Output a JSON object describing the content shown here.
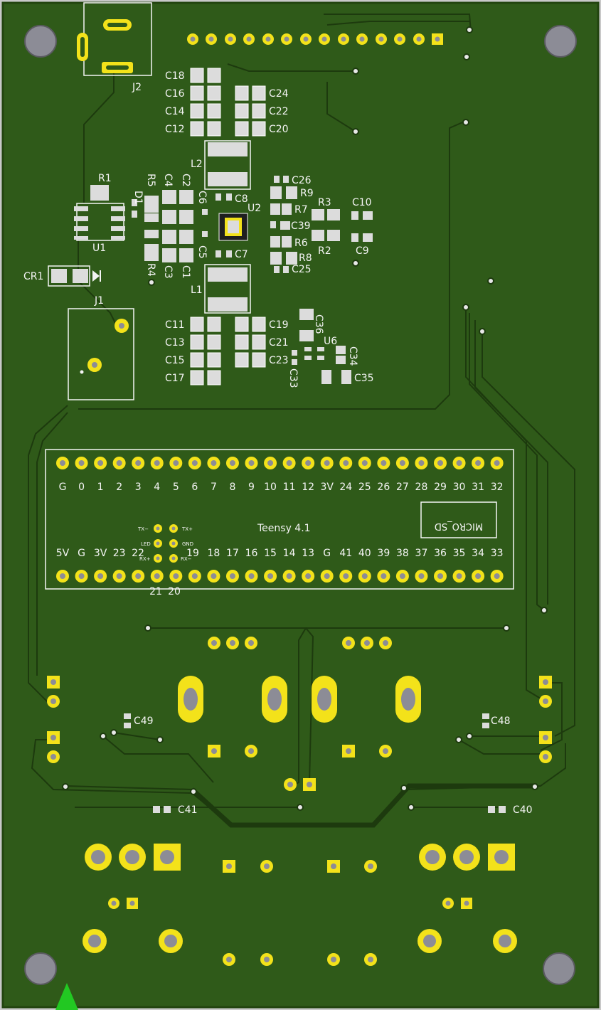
{
  "colors": {
    "board": "#2f5a19",
    "board_edge": "#22440f",
    "copper": "#3e6e22",
    "trace": "#1d3a0e",
    "pad_gold": "#f3e21a",
    "pad_smd": "#dcdcdc",
    "silk": "#f4f4f4",
    "hole": "#8c8c96",
    "marker": "#22c822"
  },
  "refs": {
    "j2": "J2",
    "j1": "J1",
    "u1": "U1",
    "u2": "U2",
    "u6": "U6",
    "cr1": "CR1",
    "d1": "D1",
    "r1": "R1",
    "r2": "R2",
    "r3": "R3",
    "r4": "R4",
    "r5": "R5",
    "r6": "R6",
    "r7": "R7",
    "r8": "R8",
    "r9": "R9",
    "l1": "L1",
    "l2": "L2",
    "c1": "C1",
    "c2": "C2",
    "c3": "C3",
    "c4": "C4",
    "c5": "C5",
    "c6": "C6",
    "c7": "C7",
    "c8": "C8",
    "c9": "C9",
    "c10": "C10",
    "c11": "C11",
    "c12": "C12",
    "c13": "C13",
    "c14": "C14",
    "c15": "C15",
    "c16": "C16",
    "c17": "C17",
    "c18": "C18",
    "c19": "C19",
    "c20": "C20",
    "c21": "C21",
    "c22": "C22",
    "c23": "C23",
    "c24": "C24",
    "c25": "C25",
    "c26": "C26",
    "c33": "C33",
    "c34": "C34",
    "c35": "C35",
    "c36": "C36",
    "c39": "C39",
    "c40": "C40",
    "c41": "C41",
    "c48": "C48",
    "c49": "C49"
  },
  "teensy": {
    "title": "Teensy 4.1",
    "micro_sd": "MICRO_SD",
    "top_pins": [
      "G",
      "0",
      "1",
      "2",
      "3",
      "4",
      "5",
      "6",
      "7",
      "8",
      "9",
      "10",
      "11",
      "12",
      "3V",
      "24",
      "25",
      "26",
      "27",
      "28",
      "29",
      "30",
      "31",
      "32"
    ],
    "bottom_pins": [
      "5V",
      "G",
      "3V",
      "23",
      "22",
      "19",
      "18",
      "17",
      "16",
      "15",
      "14",
      "13",
      "G",
      "41",
      "40",
      "39",
      "38",
      "37",
      "36",
      "35",
      "34",
      "33"
    ],
    "pin_21": "21",
    "pin_20": "20",
    "eth": {
      "tx_minus": "TX−",
      "tx_plus": "TX+",
      "led": "LED",
      "gnd": "GND",
      "rx_plus": "RX+",
      "rx_minus": "RX−"
    }
  }
}
